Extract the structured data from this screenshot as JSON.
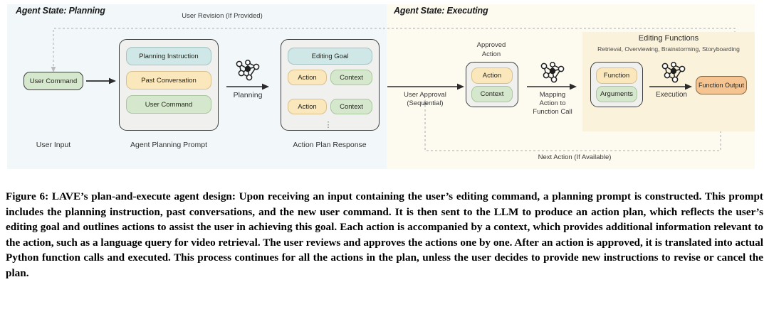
{
  "figure": {
    "panels": {
      "planning": {
        "state_title": "Agent State: Planning"
      },
      "executing": {
        "state_title": "Agent State: Executing"
      }
    },
    "flow_labels": {
      "user_revision": "User Revision (If Provided)",
      "planning": "Planning",
      "user_approval_line1": "User Approval",
      "user_approval_line2": "(Sequential)",
      "mapping_line1": "Mapping",
      "mapping_line2": "Action to",
      "mapping_line3": "Function Call",
      "execution": "Execution",
      "next_action": "Next Action (If Available)"
    },
    "stage_labels": {
      "user_input": "User Input",
      "agent_planning_prompt": "Agent Planning Prompt",
      "action_plan_response": "Action Plan Response",
      "approved_action_line1": "Approved",
      "approved_action_line2": "Action"
    },
    "user_input": {
      "node": "User Command"
    },
    "agent_planning_prompt": {
      "items": [
        {
          "label": "Planning Instruction",
          "color": "blue"
        },
        {
          "label": "Past Conversation",
          "color": "yellow"
        },
        {
          "label": "User Command",
          "color": "green"
        }
      ]
    },
    "action_plan_response": {
      "goal": {
        "label": "Editing Goal",
        "color": "blue"
      },
      "rows": [
        {
          "action": "Action",
          "context": "Context"
        },
        {
          "action": "Action",
          "context": "Context"
        }
      ],
      "ellipsis": "⋮"
    },
    "approved_action": {
      "items": [
        {
          "label": "Action",
          "color": "yellow"
        },
        {
          "label": "Context",
          "color": "green"
        }
      ]
    },
    "editing_functions": {
      "title": "Editing Functions",
      "subtitle": "Retrieval, Overviewing, Brainstorming, Storyboarding",
      "items": [
        {
          "label": "Function",
          "color": "yellow"
        },
        {
          "label": "Arguments",
          "color": "green"
        }
      ],
      "output": {
        "label": "Function Output",
        "color": "orange"
      }
    },
    "colors": {
      "panel_planning_bg": "#f2f8fa",
      "panel_executing_bg": "#fdfaf0",
      "editing_functions_bg": "#fbf2dc",
      "chip_blue": "#cfe7e6",
      "chip_yellow": "#fbe7bc",
      "chip_green": "#d5e8cd",
      "chip_orange": "#f5c490",
      "container_stroke": "#3c3c3c",
      "arrow_stroke": "#2b2b2b",
      "dashed_stroke": "#b9b9b9"
    },
    "icons": {
      "neural_network": "neural-network-icon"
    }
  },
  "caption": {
    "text": "Figure 6: LAVE’s plan-and-execute agent design: Upon receiving an input containing the user’s editing command, a planning prompt is constructed. This prompt includes the planning instruction, past conversations, and the new user command. It is then sent to the LLM to produce an action plan, which reflects the user’s editing goal and outlines actions to assist the user in achieving this goal. Each action is accompanied by a context, which provides additional information relevant to the action, such as a language query for video retrieval. The user reviews and approves the actions one by one. After an action is approved, it is translated into actual Python function calls and executed. This process continues for all the actions in the plan, unless the user decides to provide new instructions to revise or cancel the plan."
  }
}
